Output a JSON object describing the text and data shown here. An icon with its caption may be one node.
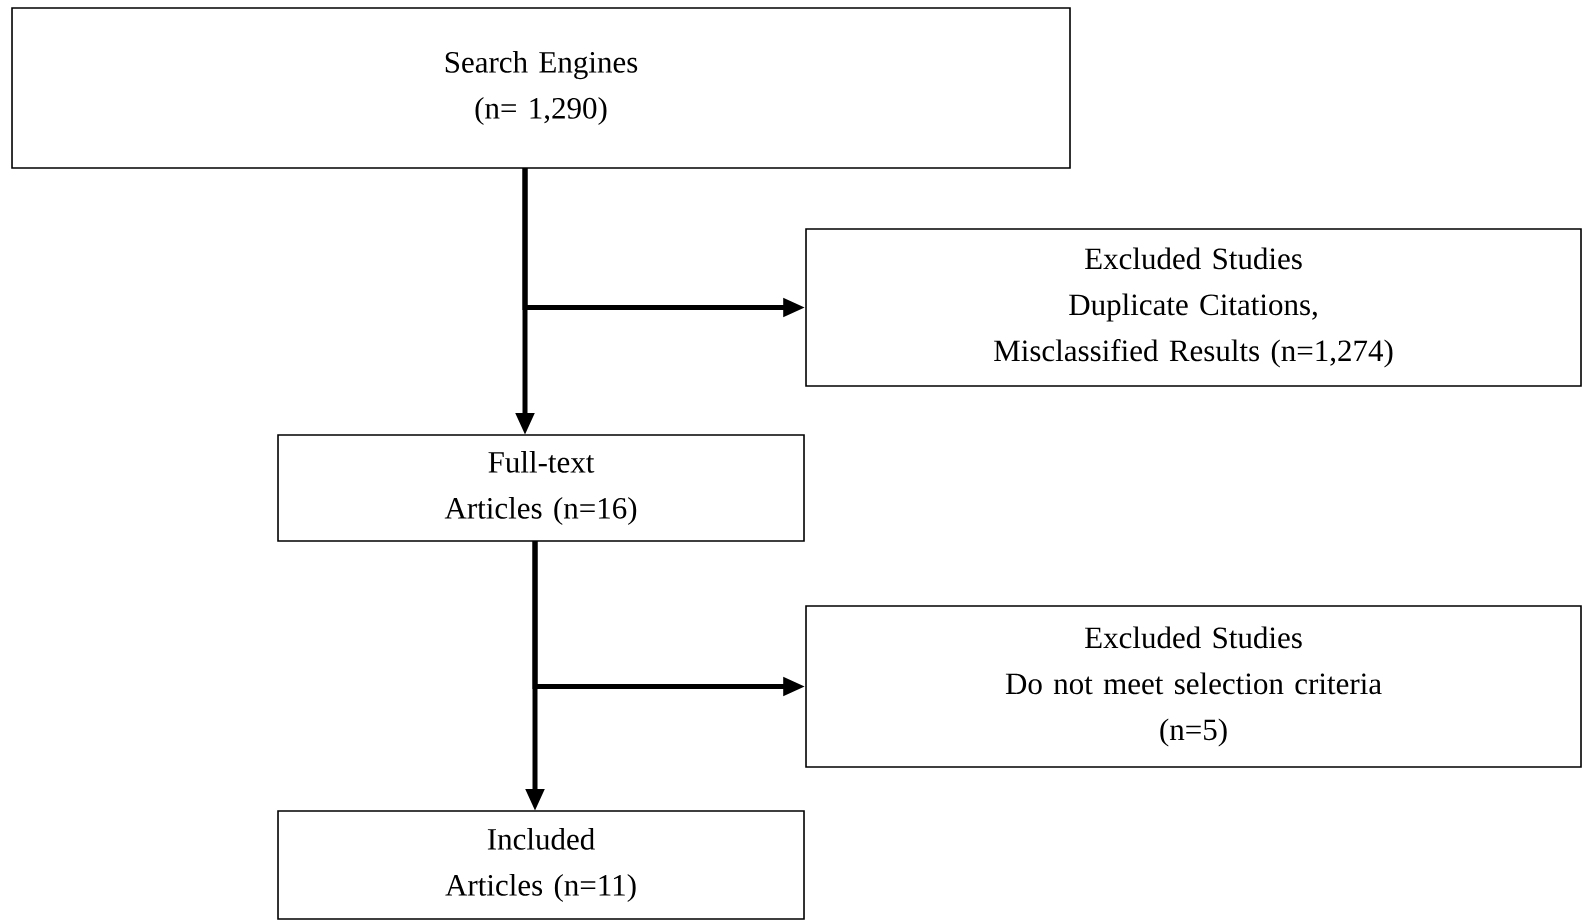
{
  "diagram": {
    "nodes": [
      {
        "text": [
          "Search Engines",
          "(n= 1,290)"
        ]
      },
      {
        "text": [
          "Excluded Studies",
          "Duplicate Citations,",
          "Misclassified Results (n=1,274)"
        ]
      },
      {
        "text": [
          "Full-text",
          "Articles (n=16)"
        ]
      },
      {
        "text": [
          "Excluded Studies",
          "Do not meet selection criteria",
          "(n=5)"
        ]
      },
      {
        "text": [
          "Included",
          "Articles (n=11)"
        ]
      }
    ],
    "edges": [
      {
        "from": 0,
        "to": 2,
        "arrow": "to"
      },
      {
        "from": 0,
        "to": 1,
        "arrow": "to"
      },
      {
        "from": 2,
        "to": 4,
        "arrow": "to"
      },
      {
        "from": 2,
        "to": 3,
        "arrow": "to"
      }
    ]
  }
}
